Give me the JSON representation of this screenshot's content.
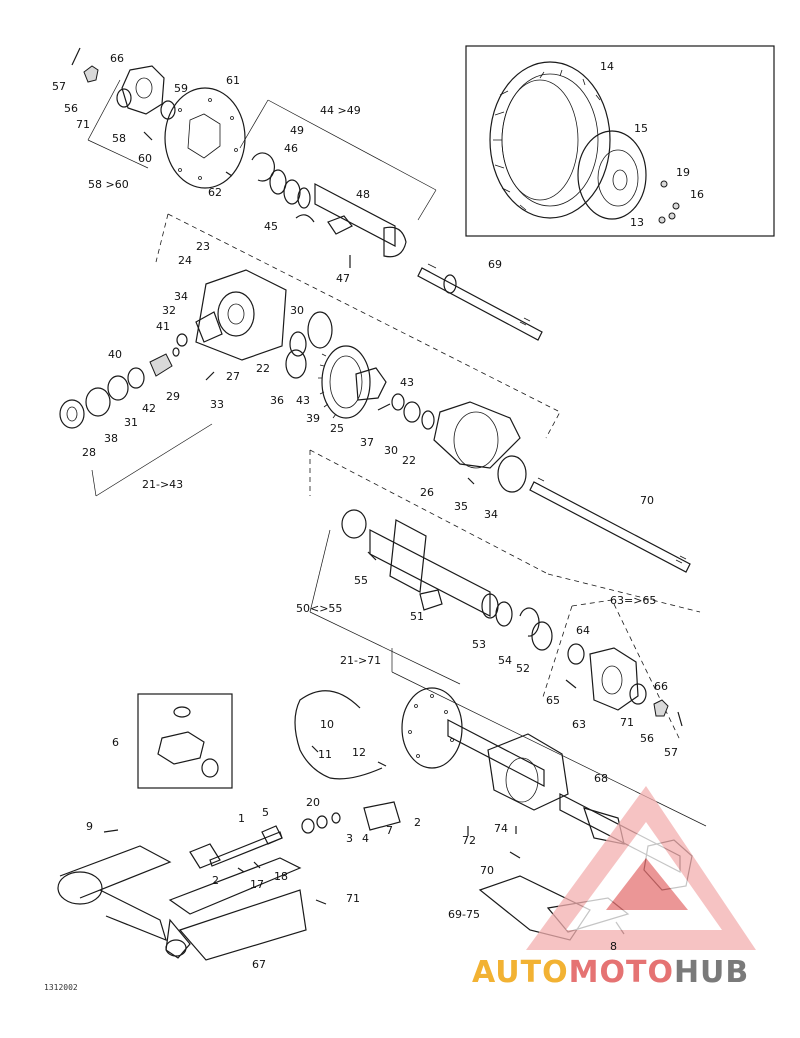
{
  "drawing_code": "1312002",
  "watermark": {
    "part1": "AUTO",
    "part2": "MOTO",
    "part3": "HUB",
    "color_auto": "#f2b233",
    "color_moto": "#e57373",
    "color_hub": "#7a7a7a"
  },
  "labels": {
    "l57a": "57",
    "l66a": "66",
    "l56a": "56",
    "l71a": "71",
    "l58": "58",
    "l59": "59",
    "l60": "60",
    "l61": "61",
    "r58_60": "58 >60",
    "l62": "62",
    "r44_49": "44 >49",
    "l49": "49",
    "l46": "46",
    "l45": "45",
    "l48": "48",
    "l47": "47",
    "l14": "14",
    "l15": "15",
    "l19": "19",
    "l16": "16",
    "l13": "13",
    "l23": "23",
    "l24": "24",
    "l34a": "34",
    "l32": "32",
    "l41": "41",
    "l40": "40",
    "l27": "27",
    "l22a": "22",
    "l30a": "30",
    "l36": "36",
    "l43a": "43",
    "l39": "39",
    "l25": "25",
    "l43b": "43",
    "l37": "37",
    "l30b": "30",
    "l22b": "22",
    "l33": "33",
    "l29": "29",
    "l42": "42",
    "l31": "31",
    "l38": "38",
    "l28": "28",
    "r21_43": "21->43",
    "l69a": "69",
    "l26": "26",
    "l35": "35",
    "l34b": "34",
    "l70a": "70",
    "l55": "55",
    "r50_55": "50<>55",
    "l51": "51",
    "l53": "53",
    "l54": "54",
    "l52": "52",
    "r63_65": "63=>65",
    "l64": "64",
    "l65": "65",
    "l63": "63",
    "l66b": "66",
    "l71b": "71",
    "l56b": "56",
    "l57b": "57",
    "r21_71": "21->71",
    "l10": "10",
    "l12": "12",
    "l11": "11",
    "l6": "6",
    "l20": "20",
    "l3": "3",
    "l4": "4",
    "l7": "7",
    "l2a": "2",
    "l72": "72",
    "l74": "74",
    "l68": "68",
    "l9": "9",
    "l1": "1",
    "l5": "5",
    "l2b": "2",
    "l17": "17",
    "l18": "18",
    "l71c": "71",
    "l70b": "70",
    "r69_75": "69-75",
    "l8": "8",
    "l67": "67"
  }
}
